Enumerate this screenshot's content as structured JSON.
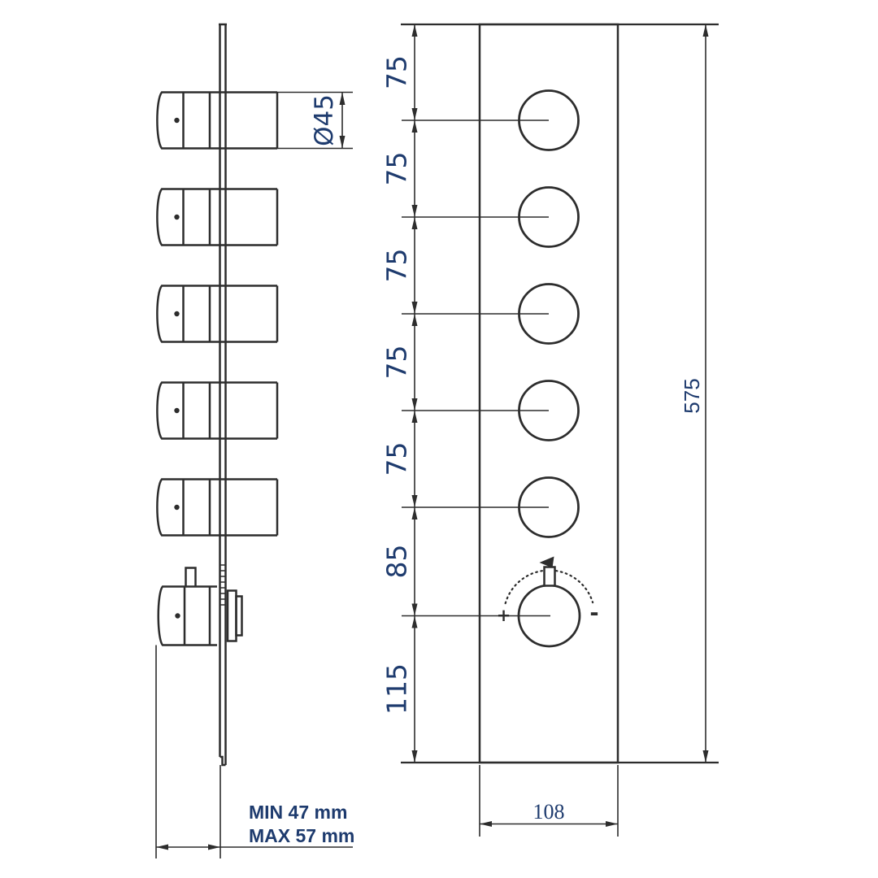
{
  "colors": {
    "line": "#2d2d2d",
    "label": "#1e3b6e"
  },
  "side_view": {
    "diameter_label": "Ø45",
    "depth_min_label": "MIN 47 mm",
    "depth_max_label": "MAX 57 mm"
  },
  "front_view": {
    "chain_labels": [
      "75",
      "75",
      "75",
      "75",
      "75",
      "85",
      "115"
    ],
    "height_label": "575",
    "width_label": "108",
    "knob_plus": "+",
    "knob_minus": "-"
  }
}
